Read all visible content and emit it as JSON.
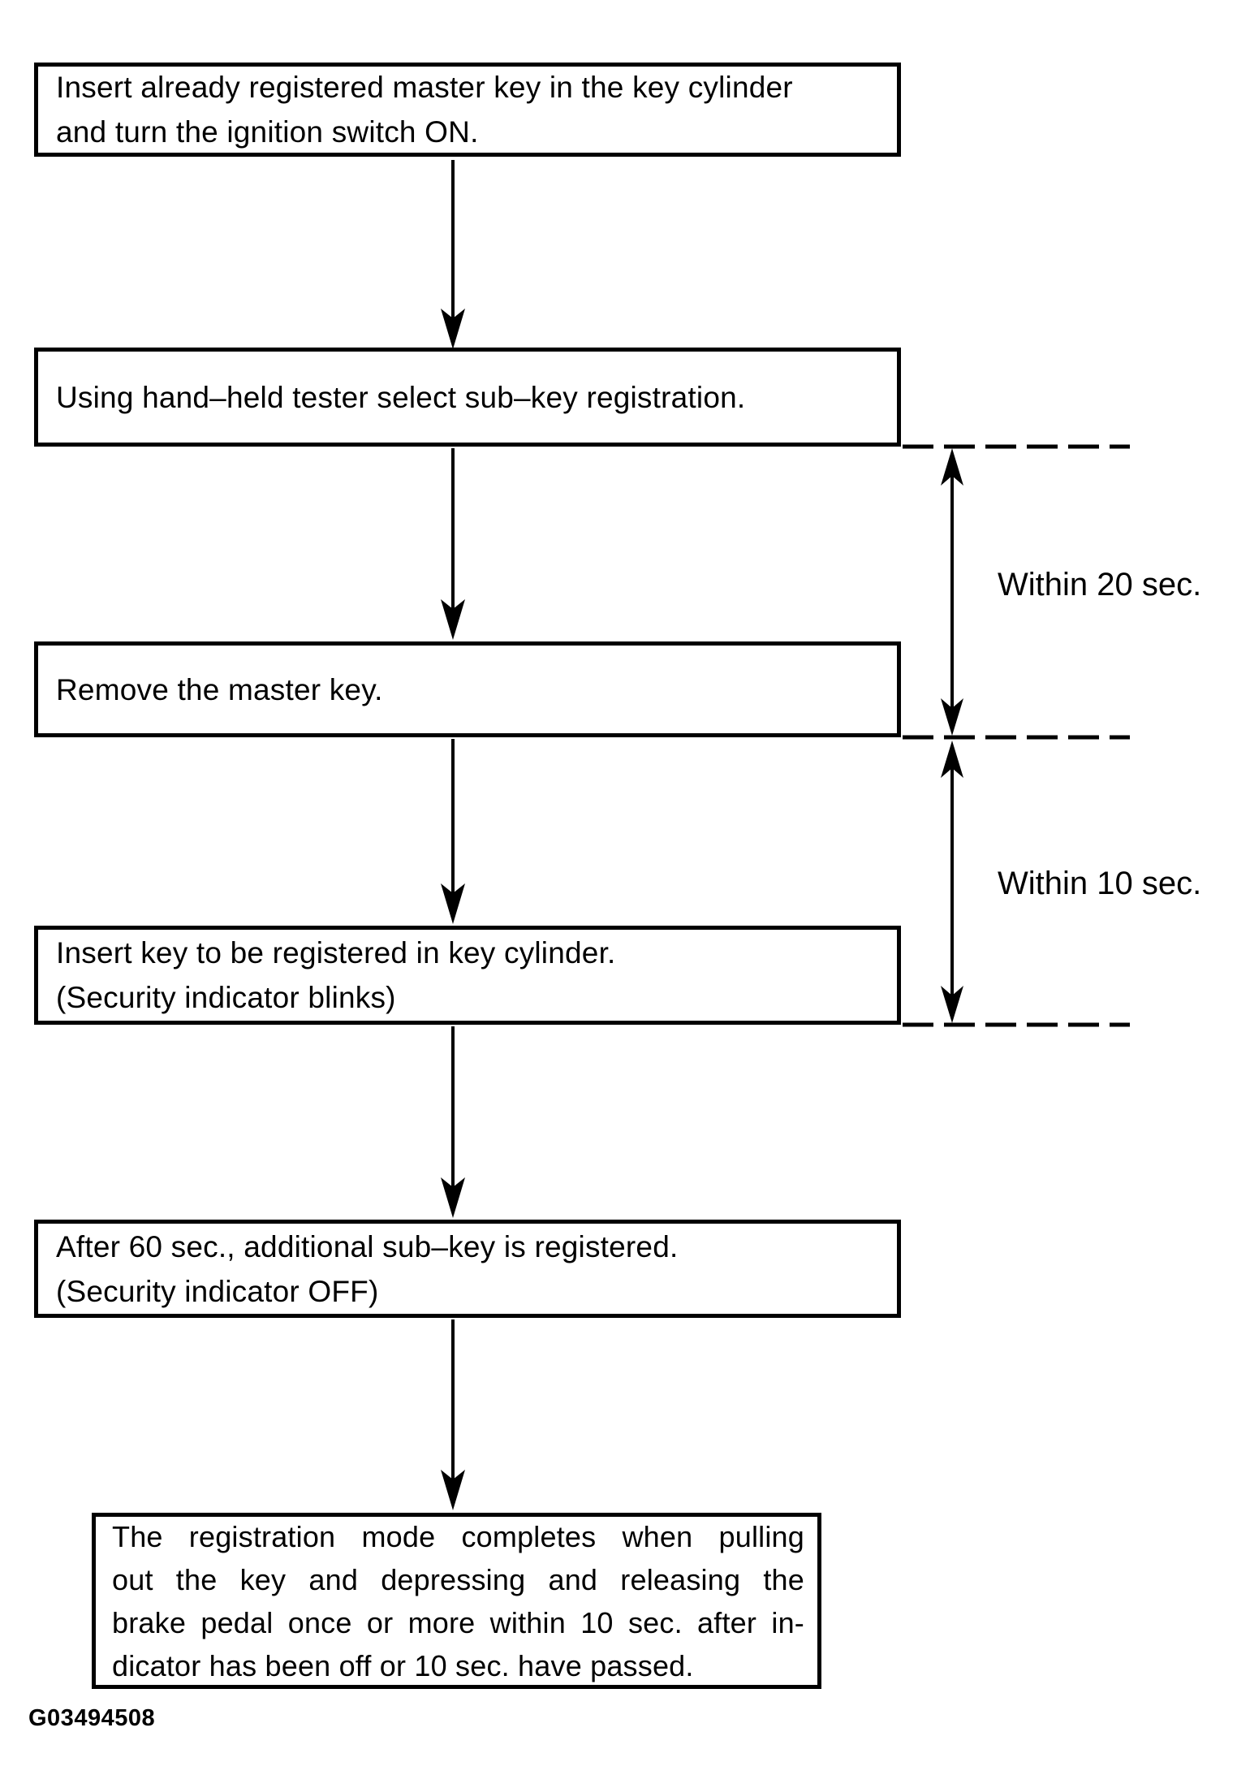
{
  "page": {
    "background": "#ffffff",
    "ink_color": "#000000",
    "figure_id": "G03494508"
  },
  "flowchart": {
    "title_implicit": "Sub-key registration procedure flowchart",
    "steps": [
      {
        "id": "step-1",
        "lines": [
          "Insert already registered master key in the key cylinder",
          "and turn the ignition switch ON."
        ]
      },
      {
        "id": "step-2",
        "lines": [
          "Using hand–held tester select sub–key registration."
        ]
      },
      {
        "id": "step-3",
        "lines": [
          "Remove the master key."
        ]
      },
      {
        "id": "step-4",
        "lines": [
          "Insert key to be registered in key cylinder.",
          "(Security indicator blinks)"
        ]
      },
      {
        "id": "step-5",
        "lines": [
          "After 60 sec., additional sub–key is registered.",
          "(Security indicator OFF)"
        ]
      },
      {
        "id": "step-6",
        "lines": [
          "The registration mode completes when pulling",
          "out the key and depressing and releasing the",
          "brake pedal once or more within 10 sec. after in-",
          "dicator has been off or 10 sec. have passed."
        ]
      }
    ],
    "timing_annotations": [
      {
        "label": "Within 20 sec.",
        "between": [
          "step-2",
          "step-3"
        ]
      },
      {
        "label": "Within 10 sec.",
        "between": [
          "step-3",
          "step-4"
        ]
      }
    ]
  }
}
